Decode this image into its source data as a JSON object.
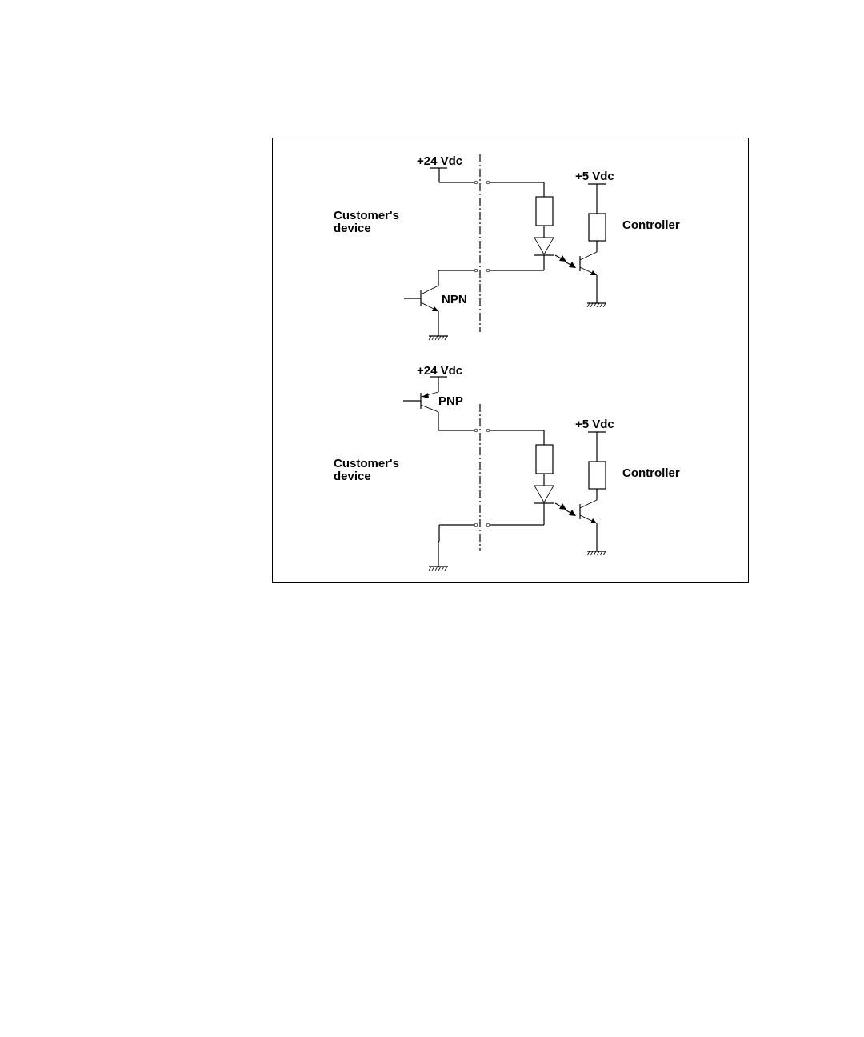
{
  "diagram": {
    "npn_circuit": {
      "supply_left": "+24 Vdc",
      "customer_label_line1": "Customer's",
      "customer_label_line2": "device",
      "transistor_label": "NPN",
      "supply_right": "+5 Vdc",
      "controller_label": "Controller"
    },
    "pnp_circuit": {
      "supply_left": "+24 Vdc",
      "customer_label_line1": "Customer's",
      "customer_label_line2": "device",
      "transistor_label": "PNP",
      "supply_right": "+5 Vdc",
      "controller_label": "Controller"
    }
  }
}
